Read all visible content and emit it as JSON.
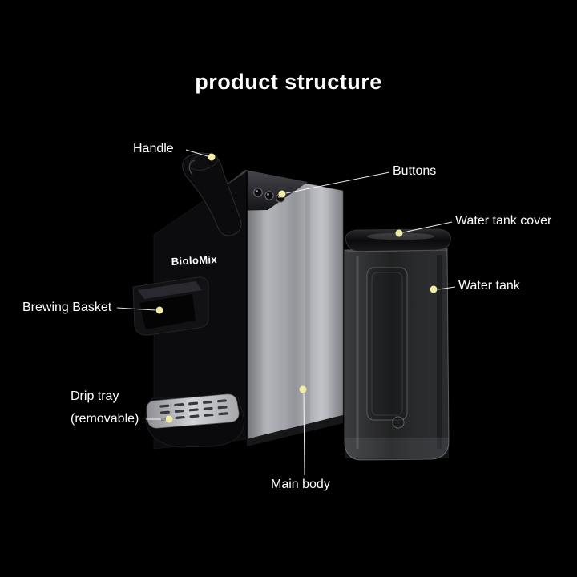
{
  "page": {
    "title": "product structure",
    "background": "#000000"
  },
  "product": {
    "brand": "BioloMix"
  },
  "callouts": {
    "handle": {
      "label": "Handle"
    },
    "buttons": {
      "label": "Buttons"
    },
    "water_tank_cover": {
      "label": "Water tank cover"
    },
    "water_tank": {
      "label": "Water tank"
    },
    "brewing_basket": {
      "label": "Brewing Basket"
    },
    "drip_tray": {
      "line1": "Drip tray",
      "line2": "(removable)"
    },
    "main_body": {
      "label": "Main body"
    }
  },
  "colors": {
    "background": "#000000",
    "label_text": "#ffffff",
    "callout_line": "#ffffff",
    "callout_dot": "#f2eda6",
    "steel_panel": "#a8a9ad",
    "machine_black": "#0c0c0e"
  }
}
